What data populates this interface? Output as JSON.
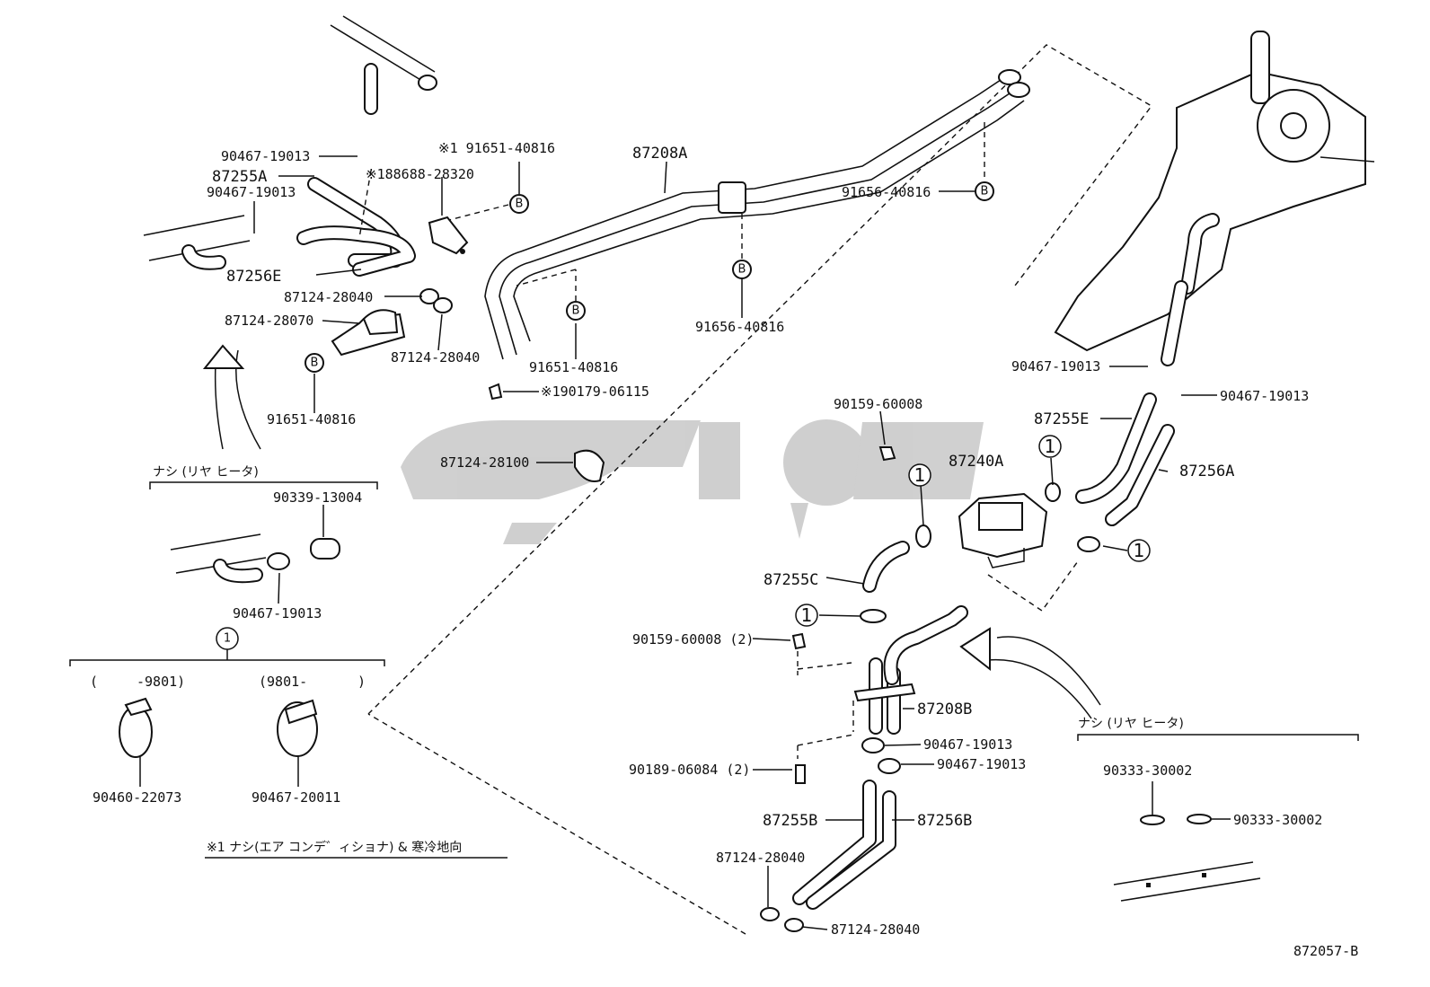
{
  "diagram_ref": "872057-B",
  "note": "※1 ナシ(エア コンデ゛ィショナ) & 寒冷地向",
  "labels": {
    "p90467_19013_a": "90467-19013",
    "p87255A": "87255A",
    "s188688_28320": "※188688-28320",
    "p90467_19013_b": "90467-19013",
    "p87256E": "87256E",
    "p87124_28040_a": "87124-28040",
    "p87124_28070": "87124-28070",
    "p87124_28040_b": "87124-28040",
    "p91651_40816_a": "91651-40816",
    "s1_91651_40816": "※1 91651-40816",
    "p87208A": "87208A",
    "p91656_40816_a": "91656-40816",
    "p91656_40816_b": "91656-40816",
    "p91651_40816_b": "91651-40816",
    "s190179_06115": "※190179-06115",
    "p87124_28100": "87124-28100",
    "p90159_60008": "90159-60008",
    "p87240A": "87240A",
    "p87255C": "87255C",
    "p90159_60008_2": "90159-60008 (2)",
    "p87208B": "87208B",
    "p90467_19013_c": "90467-19013",
    "p90467_19013_d": "90467-19013",
    "p90189_06084_2": "90189-06084 (2)",
    "p87255B": "87255B",
    "p87256B": "87256B",
    "p87124_28040_c": "87124-28040",
    "p87124_28040_d": "87124-28040",
    "p90467_19013_e": "90467-19013",
    "p90467_19013_f": "90467-19013",
    "p87255E": "87255E",
    "p87256A": "87256A",
    "p90339_13004": "90339-13004",
    "p90467_19013_g": "90467-19013",
    "p90460_22073": "90460-22073",
    "p90467_20011": "90467-20011",
    "p90333_30002_a": "90333-30002",
    "p90333_30002_b": "90333-30002"
  },
  "callouts": {
    "bolt_b": "B",
    "clamp_ref": "1"
  },
  "variants": {
    "heading_left": "ナシ (リヤ ヒータ)",
    "heading_right": "ナシ (リヤ ヒータ)",
    "range_1_open": "(",
    "range_1_value": "-9801)",
    "range_2_value": "(9801-",
    "range_2_close": ")"
  },
  "watermark": "کاپ"
}
